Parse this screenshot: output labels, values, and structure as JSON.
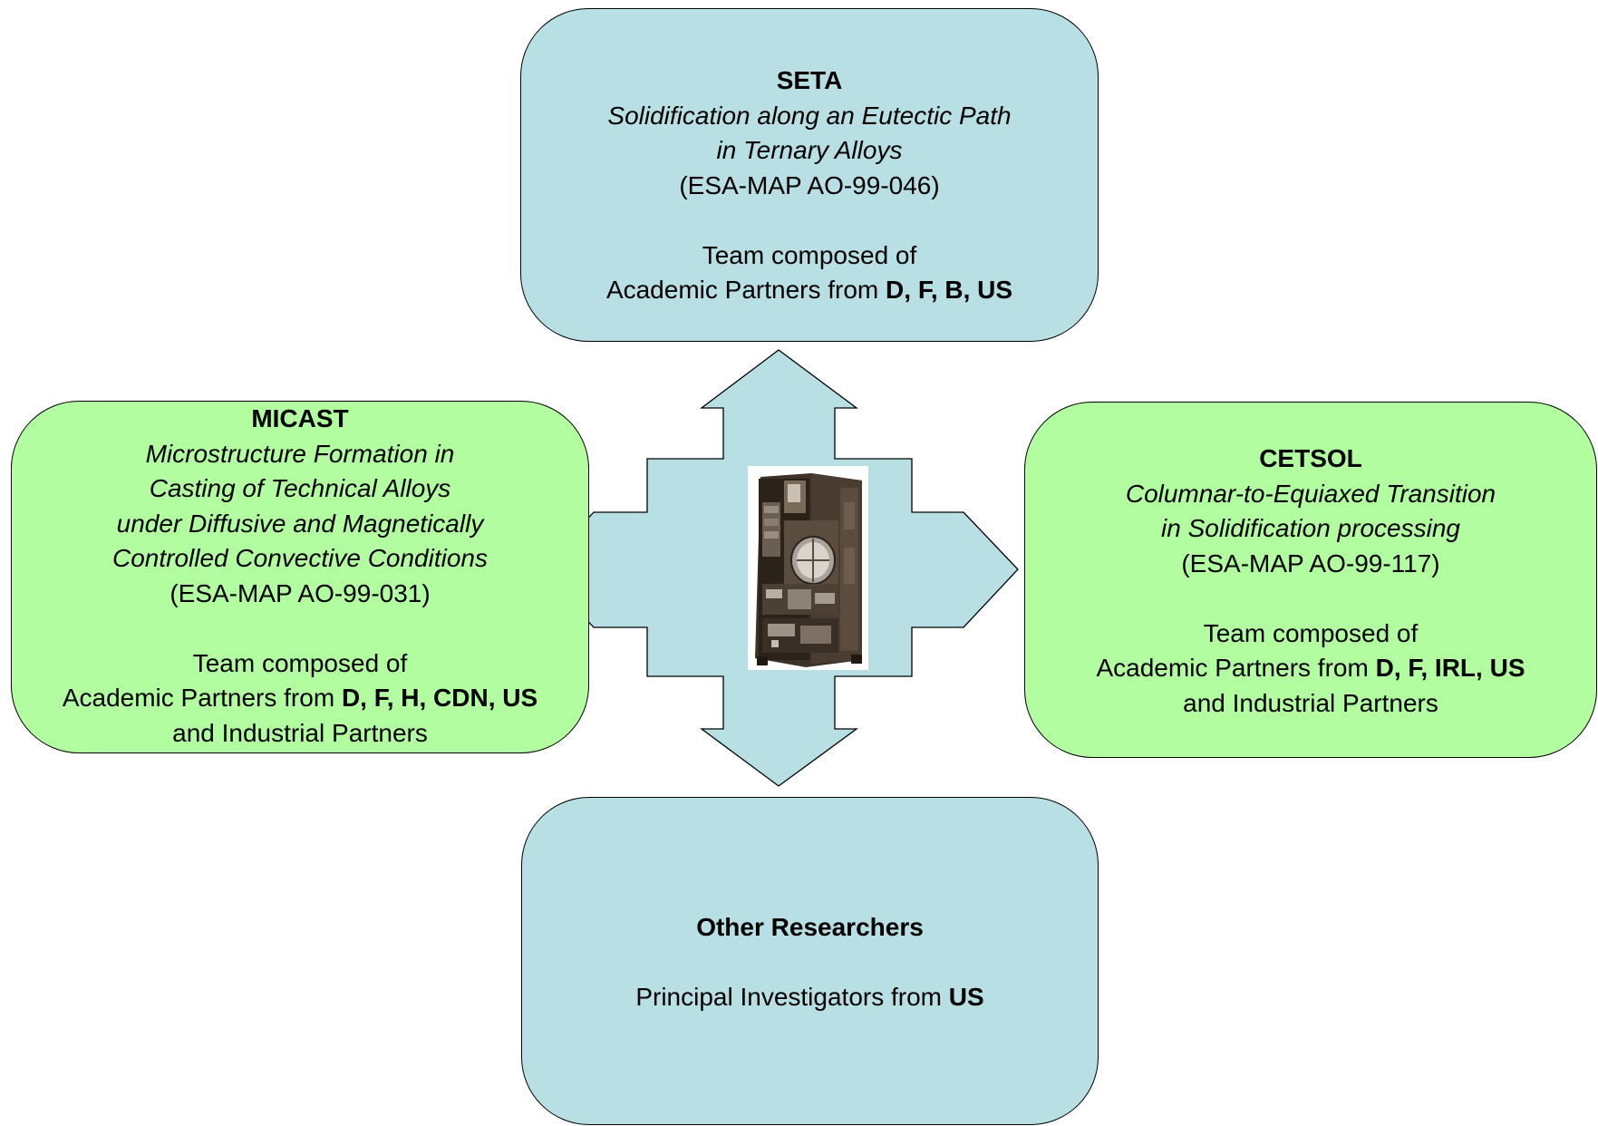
{
  "seta": {
    "title": "SETA",
    "subtitle_line1": "Solidification along an Eutectic Path",
    "subtitle_line2": "in Ternary Alloys",
    "code": "(ESA-MAP AO-99-046)",
    "team_line1": "Team composed of",
    "team_prefix": "Academic Partners from ",
    "team_countries": "D, F, B, US"
  },
  "micast": {
    "title": "MICAST",
    "subtitle_line1": "Microstructure Formation in",
    "subtitle_line2": "Casting of Technical Alloys",
    "subtitle_line3": "under Diffusive and Magnetically",
    "subtitle_line4": "Controlled Convective Conditions",
    "code": "(ESA-MAP AO-99-031)",
    "team_line1": "Team composed of",
    "team_prefix": "Academic Partners from ",
    "team_countries": "D, F, H, CDN, US",
    "team_line3": "and Industrial Partners"
  },
  "cetsol": {
    "title": "CETSOL",
    "subtitle_line1": "Columnar-to-Equiaxed Transition",
    "subtitle_line2": "in Solidification processing",
    "code": "(ESA-MAP AO-99-117)",
    "team_line1": "Team composed of",
    "team_prefix": "Academic Partners from ",
    "team_countries": "D, F, IRL, US",
    "team_line3": "and Industrial Partners"
  },
  "other": {
    "title": "Other Researchers",
    "line_prefix": "Principal Investigators from ",
    "line_country": "US"
  },
  "colors": {
    "blue_box": "#b8dfe3",
    "green_box": "#b2fda0",
    "cross": "#b8dfe3"
  },
  "icons": {
    "center_image": "furnace-rack-photo"
  }
}
